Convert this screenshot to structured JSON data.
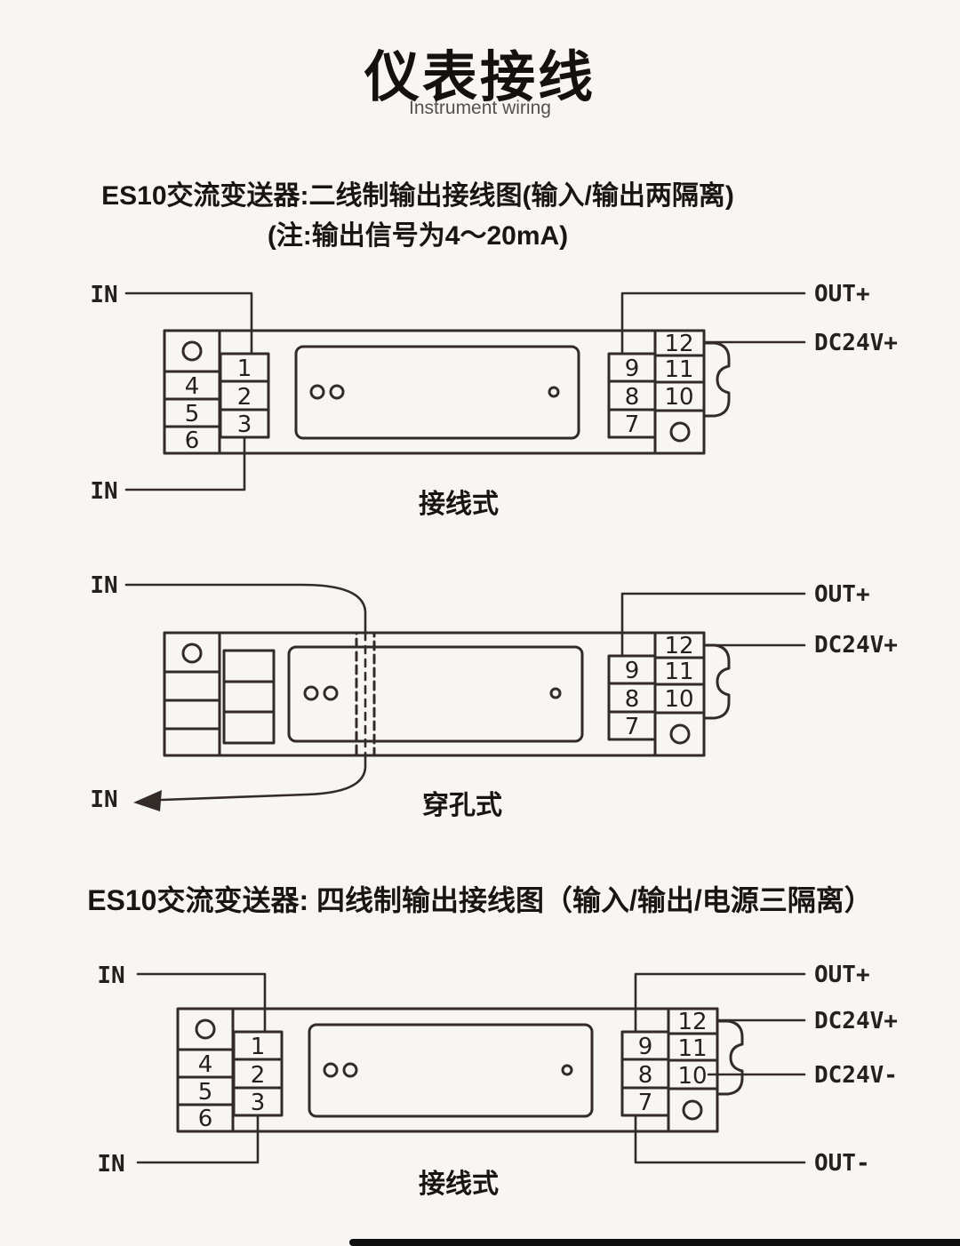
{
  "colors": {
    "background": "#f8f6f3",
    "line": "#332b27",
    "text": "#181512",
    "subtitle_text": "#555150",
    "footer_bar": "#0d0d0d"
  },
  "header": {
    "title": "仪表接线",
    "subtitle": "Instrument wiring"
  },
  "section_two_wire": {
    "heading_line1": "ES10交流变送器:二线制输出接线图(输入/输出两隔离)",
    "heading_line2": "(注:输出信号为4～20mA)"
  },
  "section_four_wire": {
    "heading": "ES10交流变送器: 四线制输出接线图（输入/输出/电源三隔离）"
  },
  "d1": {
    "caption": "接线式",
    "in_top": "IN",
    "in_bottom": "IN",
    "out_plus": "OUT+",
    "dc24v_plus": "DC24V+",
    "left_terminals": [
      "4",
      "5",
      "6"
    ],
    "mid_left_terminals": [
      "1",
      "2",
      "3"
    ],
    "mid_right_terminals": [
      "9",
      "8",
      "7"
    ],
    "right_terminals": [
      "12",
      "11",
      "10"
    ]
  },
  "d2": {
    "caption": "穿孔式",
    "in_top": "IN",
    "in_bottom": "IN",
    "out_plus": "OUT+",
    "dc24v_plus": "DC24V+",
    "mid_right_terminals": [
      "9",
      "8",
      "7"
    ],
    "right_terminals": [
      "12",
      "11",
      "10"
    ]
  },
  "d3": {
    "caption": "接线式",
    "in_top": "IN",
    "in_bottom": "IN",
    "out_plus": "OUT+",
    "dc24v_plus": "DC24V+",
    "dc24v_minus": "DC24V-",
    "out_minus": "OUT-",
    "left_terminals": [
      "4",
      "5",
      "6"
    ],
    "mid_left_terminals": [
      "1",
      "2",
      "3"
    ],
    "mid_right_terminals": [
      "9",
      "8",
      "7"
    ],
    "right_terminals": [
      "12",
      "11",
      "10"
    ]
  }
}
